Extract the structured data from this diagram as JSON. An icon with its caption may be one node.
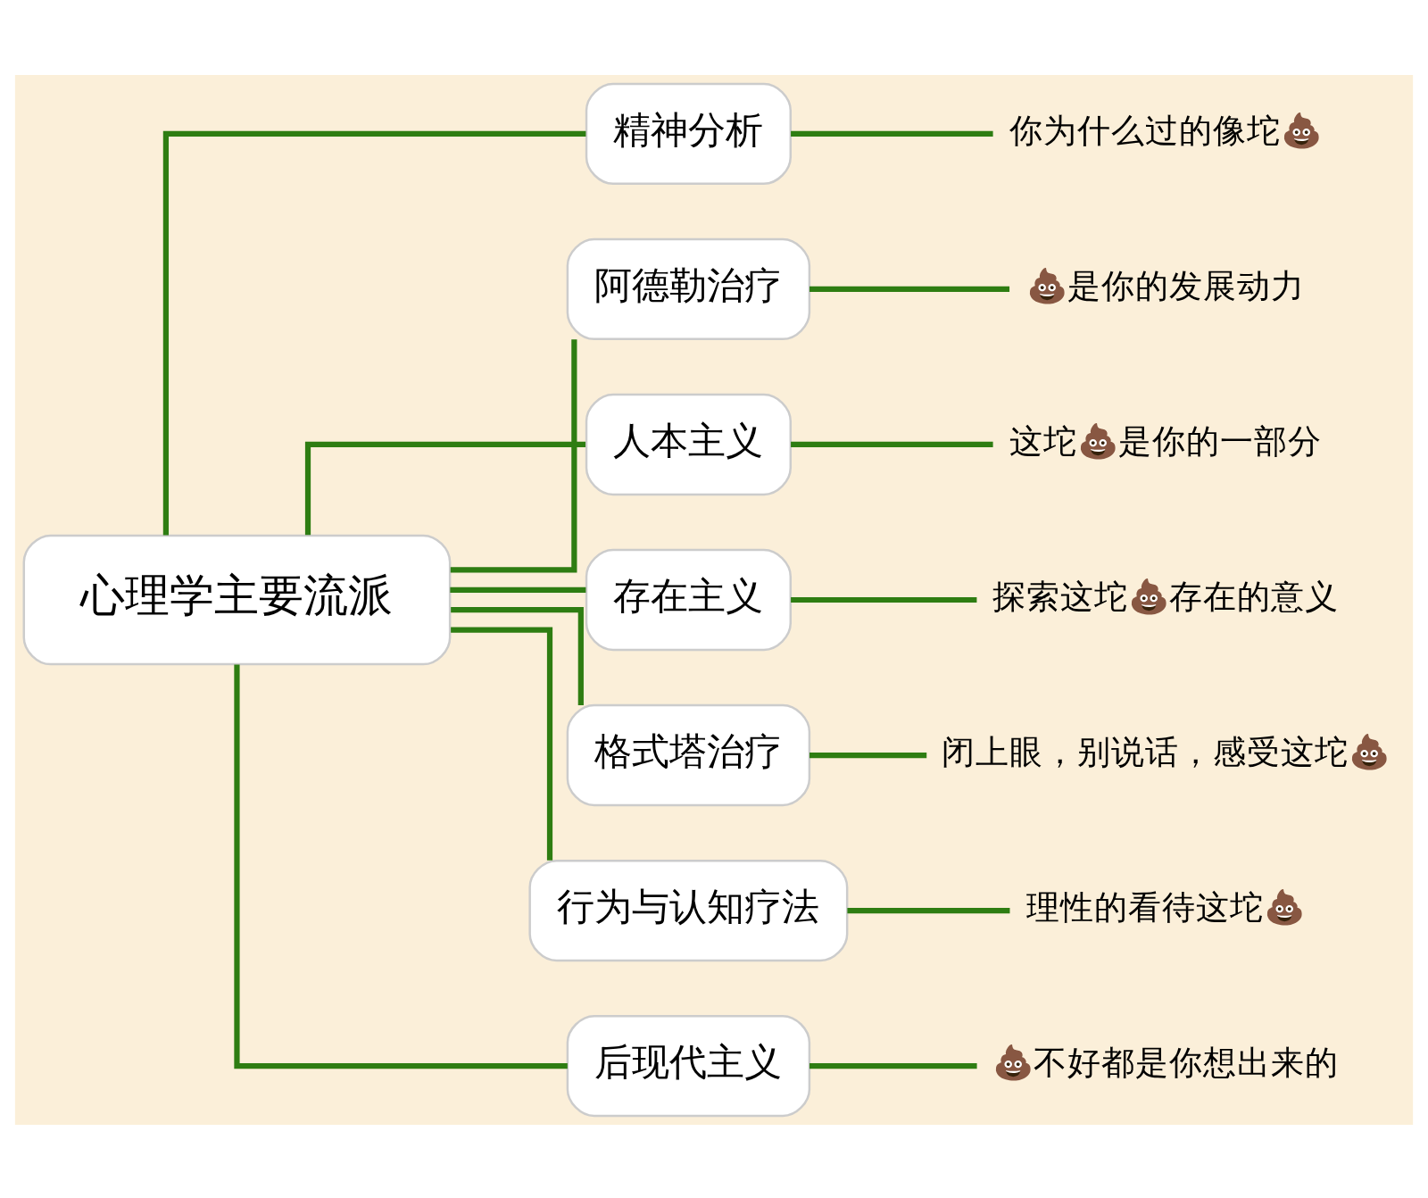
{
  "diagram": {
    "nodes": [
      {
        "text": [
          "心理学主要流派"
        ]
      },
      {
        "text": [
          "精神分析"
        ]
      },
      {
        "text": [
          "阿德勒治疗"
        ]
      },
      {
        "text": [
          "人本主义"
        ]
      },
      {
        "text": [
          "存在主义"
        ]
      },
      {
        "text": [
          "格式塔治疗"
        ]
      },
      {
        "text": [
          "行为与认知疗法"
        ]
      },
      {
        "text": [
          "后现代主义"
        ]
      },
      {
        "text": [
          "你为什么过的像坨💩"
        ]
      },
      {
        "text": [
          "💩是你的发展动力"
        ]
      },
      {
        "text": [
          "这坨💩是你的一部分"
        ]
      },
      {
        "text": [
          "探索这坨💩存在的意义"
        ]
      },
      {
        "text": [
          "闭上眼，别说话，感受这坨💩"
        ]
      },
      {
        "text": [
          "理性的看待这坨💩"
        ]
      },
      {
        "text": [
          "💩不好都是你想出来的"
        ]
      }
    ],
    "edges": [
      {
        "from": 0,
        "to": 1,
        "arrow": "none"
      },
      {
        "from": 0,
        "to": 2,
        "arrow": "none"
      },
      {
        "from": 0,
        "to": 3,
        "arrow": "none"
      },
      {
        "from": 0,
        "to": 4,
        "arrow": "none"
      },
      {
        "from": 0,
        "to": 5,
        "arrow": "none"
      },
      {
        "from": 0,
        "to": 6,
        "arrow": "none"
      },
      {
        "from": 0,
        "to": 7,
        "arrow": "none"
      },
      {
        "from": 1,
        "to": 8,
        "arrow": "none"
      },
      {
        "from": 2,
        "to": 9,
        "arrow": "none"
      },
      {
        "from": 3,
        "to": 10,
        "arrow": "none"
      },
      {
        "from": 4,
        "to": 11,
        "arrow": "none"
      },
      {
        "from": 5,
        "to": 12,
        "arrow": "none"
      },
      {
        "from": 6,
        "to": 13,
        "arrow": "none"
      },
      {
        "from": 7,
        "to": 14,
        "arrow": "none"
      }
    ]
  }
}
